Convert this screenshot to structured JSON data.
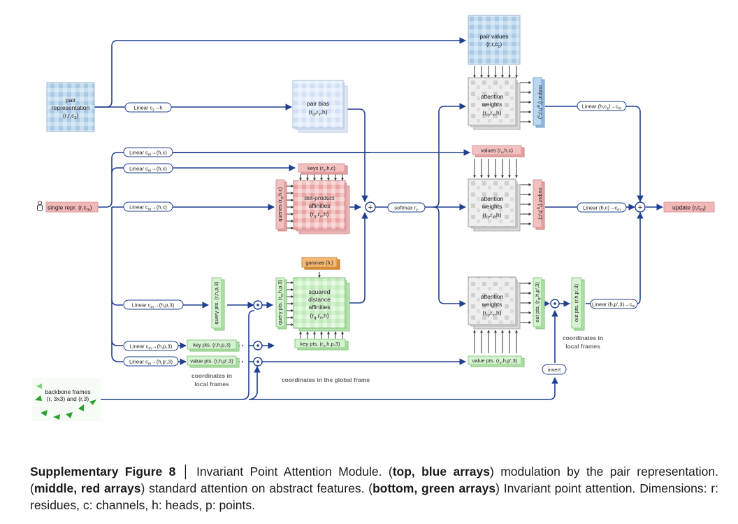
{
  "inputs": {
    "pair_representation": [
      "pair",
      "representation",
      "(r,r,c",
      "z",
      ")"
    ],
    "single_repr": [
      "single repr. (r,c",
      "m",
      ")"
    ],
    "backbone_frames": [
      "backbone frames",
      "(r, 3x3) and (r,3)"
    ]
  },
  "linears": {
    "pair_to_bias": [
      "Linear c",
      "z",
      "→h"
    ],
    "values": [
      "Linear c",
      "m",
      "→(h,c)"
    ],
    "keys": [
      "Linear c",
      "m",
      "→(h,c)"
    ],
    "queries": [
      "Linear c",
      "m",
      "→(h,c)"
    ],
    "query_pts": [
      "Linear c",
      "m",
      "→(h,p,3)"
    ],
    "key_pts": [
      "Linear c",
      "m",
      "→(h,p,3)"
    ],
    "value_pts": [
      "Linear c",
      "m",
      "→(h,p',3)"
    ],
    "out_pair": [
      "Linear (h,c",
      "z",
      ")→c",
      "m"
    ],
    "out_single": [
      "Linear (h,c)→c",
      "m"
    ],
    "out_pts": [
      "Linear (h,p',3)→c",
      "m"
    ]
  },
  "arrays": {
    "pair_bias": [
      "pair bias",
      "(r",
      "q",
      ",r",
      "v",
      ",h)"
    ],
    "pair_values": [
      "pair values",
      "(r,r,c",
      "z",
      ")"
    ],
    "values": [
      "values (r",
      "v",
      ",h,c)"
    ],
    "keys": [
      "keys (r",
      "v",
      ",h,c)"
    ],
    "queries": [
      "queries (r",
      "q",
      ",h,c)"
    ],
    "dot_product": [
      "dot-product",
      "affinities",
      "(r",
      "q",
      ",r",
      "v",
      ",h)"
    ],
    "gammas": "gammas (h,)",
    "query_pts_local": [
      "query pts. (r,h,p,3)"
    ],
    "key_pts_local": "key pts. (r,h,p,3)",
    "value_pts_local": "value pts. (r,h,p',3)",
    "query_pts_global": [
      "query pts. (r",
      "q",
      ",h,p,3)"
    ],
    "key_pts_global": [
      "key pts. (r",
      "v",
      ",h,p,3)"
    ],
    "value_pts_global": [
      "value pts. (r",
      "v",
      ",h,p',3)"
    ],
    "squared_distance": [
      "squared",
      "distance",
      "affinities",
      "(r",
      "q",
      ",r",
      "v",
      ",h)"
    ],
    "attention_weights": [
      "attention",
      "weights",
      "(r",
      "q",
      ",r",
      "v",
      ",h)"
    ],
    "output_pair": [
      "output (r",
      "q",
      ",h,c",
      "z",
      ")"
    ],
    "output_single": [
      "output (r",
      "q",
      ",h,c)"
    ],
    "out_pts_global": [
      "out pts. (r",
      "q",
      ",h,p',3)"
    ],
    "out_pts_local": [
      "out pts. (r,h,p',3)"
    ]
  },
  "ops": {
    "softmax": [
      "softmax r",
      "v"
    ],
    "update": [
      "update (r,c",
      "m",
      ")"
    ],
    "invert": "invert",
    "plus": "+",
    "apply": "∘"
  },
  "notes": {
    "local_frames_left": [
      "coordinates in",
      "local frames"
    ],
    "global_frame": "coordinates in the global frame",
    "local_frames_right": [
      "coordinates in",
      "local frames"
    ]
  },
  "caption": {
    "label": "Supplementary Figure 8",
    "sep": " │ ",
    "text1": "Invariant Point Attention Module. (",
    "b1": "top, blue arrays",
    "text2": ") modulation by the pair representation. (",
    "b2": "middle, red arrays",
    "text3": ") standard attention on abstract features. (",
    "b3": "bottom, green arrays",
    "text4": ") Invariant point attention. Dimensions: r: residues, c: channels, h: heads, p: points."
  },
  "colors": {
    "line": "#1f3f8f",
    "blue_fill": "#bcd4ea",
    "red_fill": "#f3c7c7",
    "green_fill": "#cdeec9",
    "gray_fill": "#e4e4e4",
    "orange_fill": "#f1b16b"
  }
}
